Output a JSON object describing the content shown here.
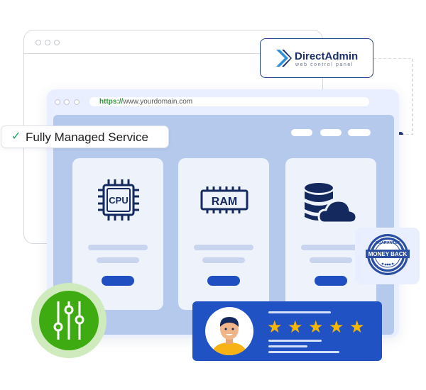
{
  "colors": {
    "accent_blue": "#1f4fc0",
    "panel_blue": "#b5c9ed",
    "window_bg": "#e9efff",
    "review_bg": "#2052c4",
    "star": "#f5b700",
    "mixer_green": "#3fab12",
    "check_green": "#1fa463"
  },
  "browser": {
    "url_scheme": "https://",
    "url_host": "www.yourdomain.com"
  },
  "directadmin_badge": {
    "brand": "DirectAdmin",
    "tagline": "web control panel"
  },
  "service_badge": {
    "check_icon": "✓",
    "label": "Fully Managed Service"
  },
  "resources": [
    {
      "icon": "cpu-chip-icon",
      "chip_text": "CPU"
    },
    {
      "icon": "ram-module-icon",
      "chip_text": "RAM"
    },
    {
      "icon": "database-cloud-icon"
    }
  ],
  "guarantee_seal": {
    "top_text": "GUARANTEE",
    "banner_text": "MONEY BACK"
  },
  "review": {
    "rating": 5,
    "rating_max": 5,
    "avatar_icon": "user-avatar-icon"
  },
  "mixer": {
    "icon": "equalizer-sliders-icon"
  }
}
